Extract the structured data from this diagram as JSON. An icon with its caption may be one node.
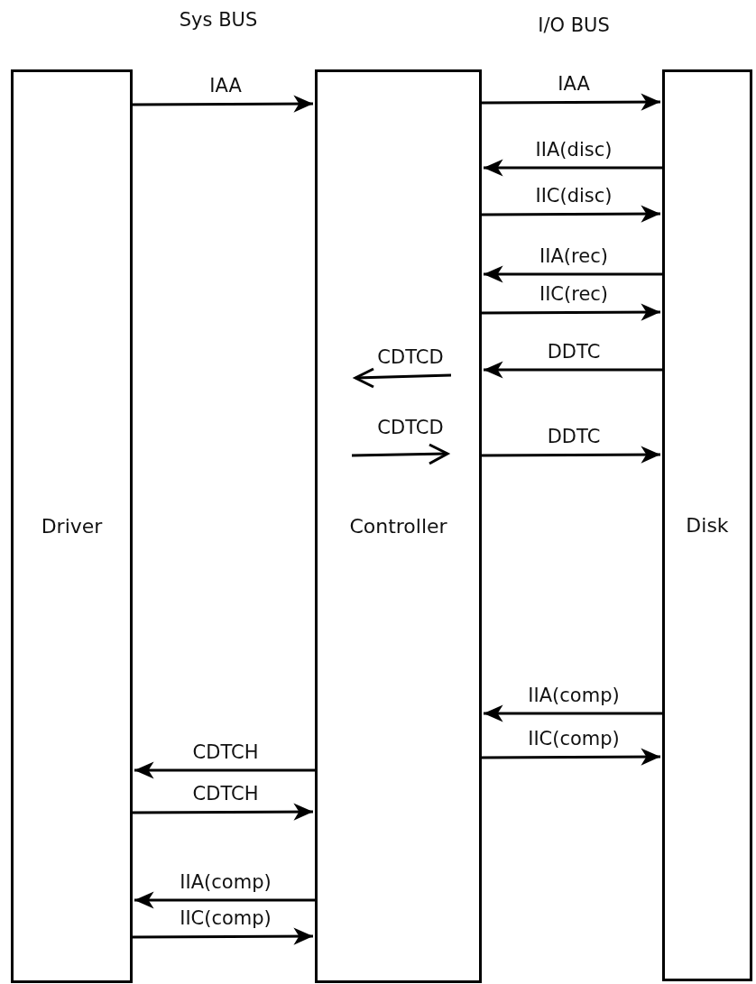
{
  "diagram": {
    "nodes": [
      {
        "text": [
          "Driver"
        ]
      },
      {
        "text": [
          "Controller"
        ]
      },
      {
        "text": [
          "Disk"
        ]
      }
    ],
    "edges": [
      {
        "from": 0,
        "to": 1,
        "arrow": "to",
        "label": "IAA"
      },
      {
        "from": 1,
        "to": 2,
        "arrow": "to",
        "label": "IAA"
      },
      {
        "from": 2,
        "to": 1,
        "arrow": "to",
        "label": "IIA(disc)"
      },
      {
        "from": 1,
        "to": 2,
        "arrow": "to",
        "label": "IIC(disc)"
      },
      {
        "from": 2,
        "to": 1,
        "arrow": "to",
        "label": "IIA(rec)"
      },
      {
        "from": 1,
        "to": 2,
        "arrow": "to",
        "label": "IIC(rec)"
      },
      {
        "from": 2,
        "to": 1,
        "arrow": "to",
        "label": "DDTC"
      },
      {
        "from": 1,
        "to": 2,
        "arrow": "to",
        "label": "DDTC"
      },
      {
        "from": 2,
        "to": 1,
        "arrow": "to",
        "label": "IIA(comp)"
      },
      {
        "from": 1,
        "to": 2,
        "arrow": "to",
        "label": "IIC(comp)"
      },
      {
        "from": 1,
        "to": 0,
        "arrow": "to",
        "label": "CDTCH"
      },
      {
        "from": 0,
        "to": 1,
        "arrow": "to",
        "label": "CDTCH"
      },
      {
        "from": 1,
        "to": 0,
        "arrow": "to",
        "label": "IIA(comp)"
      },
      {
        "from": 0,
        "to": 1,
        "arrow": "to",
        "label": "IIC(comp)"
      }
    ],
    "labels": [
      "Sys BUS",
      "I/O BUS",
      "CDTCD",
      "CDTCD"
    ]
  }
}
